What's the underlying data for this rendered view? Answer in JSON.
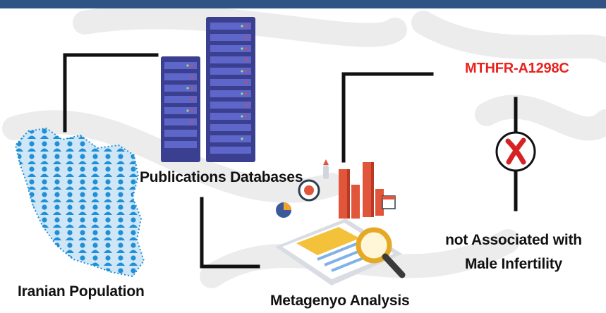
{
  "labels": {
    "population": "Iranian Population",
    "databases": "Publications Databases",
    "analysis": "Metagenyo Analysis",
    "gene": "MTHFR-A1298C",
    "result": "not Associated with Male Infertility"
  },
  "colors": {
    "header_bar": "#2f5385",
    "gene_label": "#e8231e",
    "connector": "#111111",
    "map_blue": "#1f8fd6",
    "server_blue": "#3b3f8f",
    "cross_red": "#d62222"
  },
  "icons": {
    "population": "iran-map-people-icon",
    "databases": "server-racks-icon",
    "analysis": "analytics-dashboard-icon",
    "result": "red-cross-icon"
  }
}
